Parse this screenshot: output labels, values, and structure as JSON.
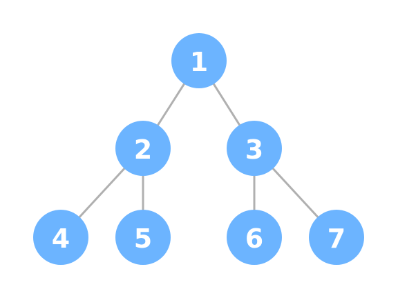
{
  "tree": {
    "node_color": "#6cb4ff",
    "edge_color": "#b0b0b0",
    "label_color": "#ffffff",
    "nodes": [
      {
        "id": "1",
        "label": "1"
      },
      {
        "id": "2",
        "label": "2"
      },
      {
        "id": "3",
        "label": "3"
      },
      {
        "id": "4",
        "label": "4"
      },
      {
        "id": "5",
        "label": "5"
      },
      {
        "id": "6",
        "label": "6"
      },
      {
        "id": "7",
        "label": "7"
      }
    ],
    "edges": [
      {
        "from": "1",
        "to": "2"
      },
      {
        "from": "1",
        "to": "3"
      },
      {
        "from": "2",
        "to": "4"
      },
      {
        "from": "2",
        "to": "5"
      },
      {
        "from": "3",
        "to": "6"
      },
      {
        "from": "3",
        "to": "7"
      }
    ]
  }
}
